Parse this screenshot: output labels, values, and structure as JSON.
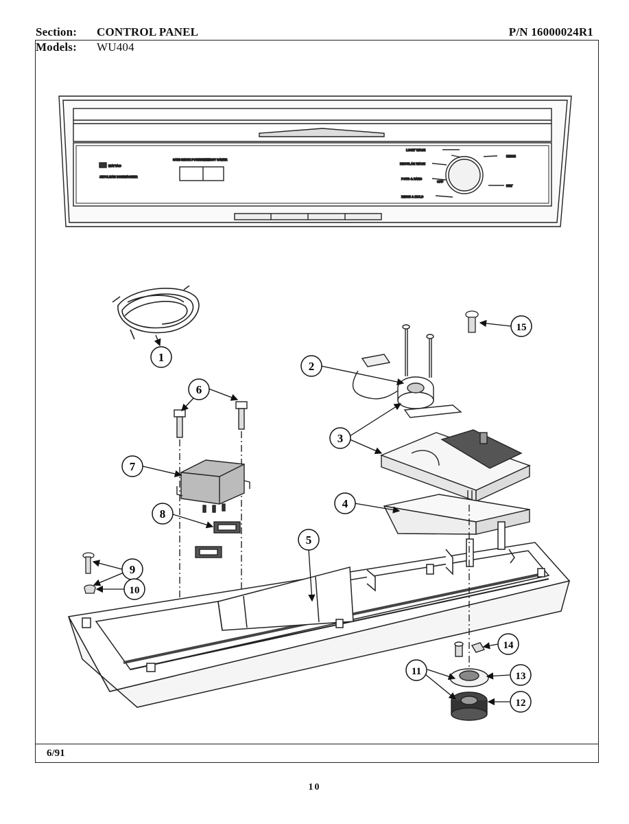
{
  "header": {
    "section_label": "Section:",
    "section_value": "CONTROL PANEL",
    "part_number": "P/N 16000024R1",
    "models_label": "Models:",
    "models_value": "WU404"
  },
  "footer": {
    "date": "6/91",
    "page_number": "10"
  },
  "panel": {
    "brand": "MAYTAG",
    "subtitle": "JETCLEAN DISHWASHER",
    "button_left_label": "SANI-RINSE POWER DRY",
    "button_right_label": "ENERGY SAVER",
    "dial_labels": {
      "light_wash": "LIGHT WASH",
      "regular_wash": "REGULAR WASH",
      "pots_pans": "POTS & PANS",
      "rinse_hold": "RINSE & HOLD",
      "rinse": "RINSE",
      "dry": "DRY",
      "off": "OFF"
    }
  },
  "callouts": [
    "1",
    "2",
    "3",
    "4",
    "5",
    "6",
    "7",
    "8",
    "9",
    "10",
    "11",
    "12",
    "13",
    "14",
    "15"
  ]
}
